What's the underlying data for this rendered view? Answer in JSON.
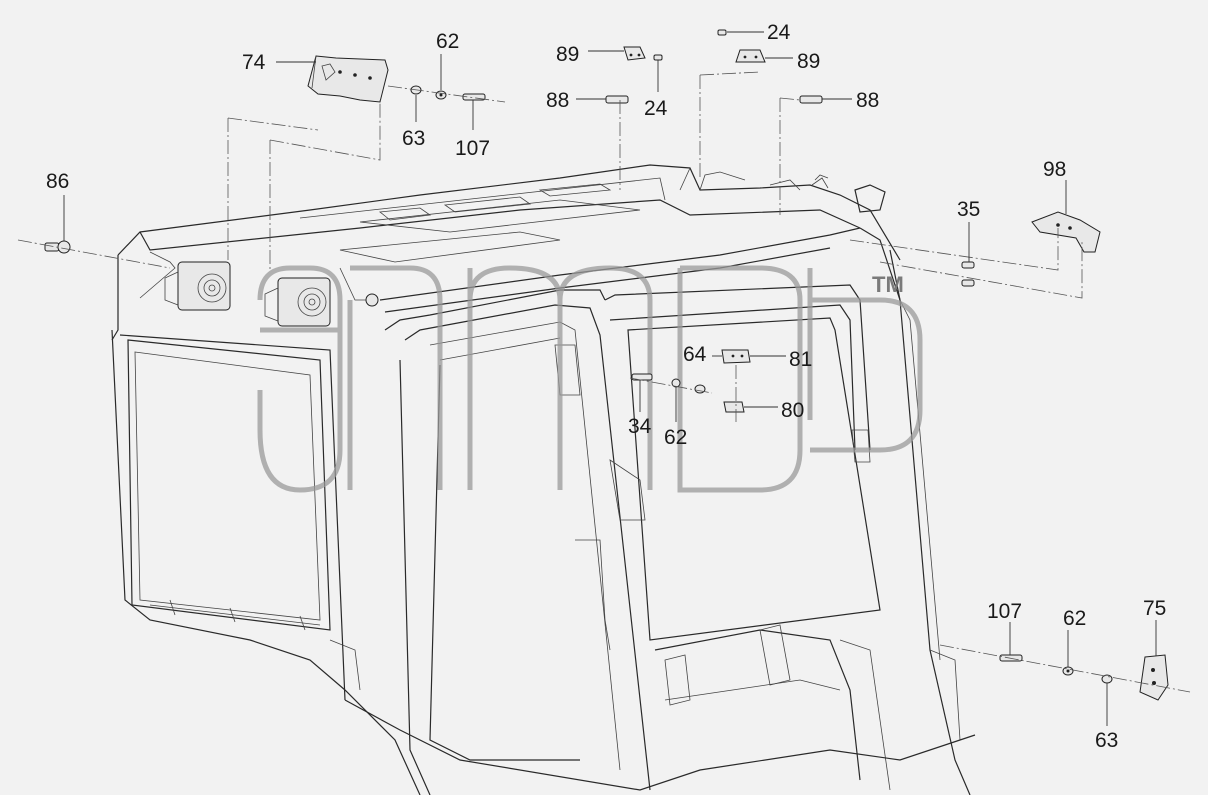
{
  "callouts": {
    "c74": "74",
    "c62a": "62",
    "c63a": "63",
    "c107a": "107",
    "c89a": "89",
    "c88a": "88",
    "c24a": "24",
    "c24b": "24",
    "c89b": "89",
    "c88b": "88",
    "c86": "86",
    "c98": "98",
    "c35": "35",
    "c64": "64",
    "c81": "81",
    "c34": "34",
    "c62b": "62",
    "c80": "80",
    "c107b": "107",
    "c62c": "62",
    "c75": "75",
    "c63b": "63"
  },
  "watermark": {
    "mark": "TM"
  }
}
